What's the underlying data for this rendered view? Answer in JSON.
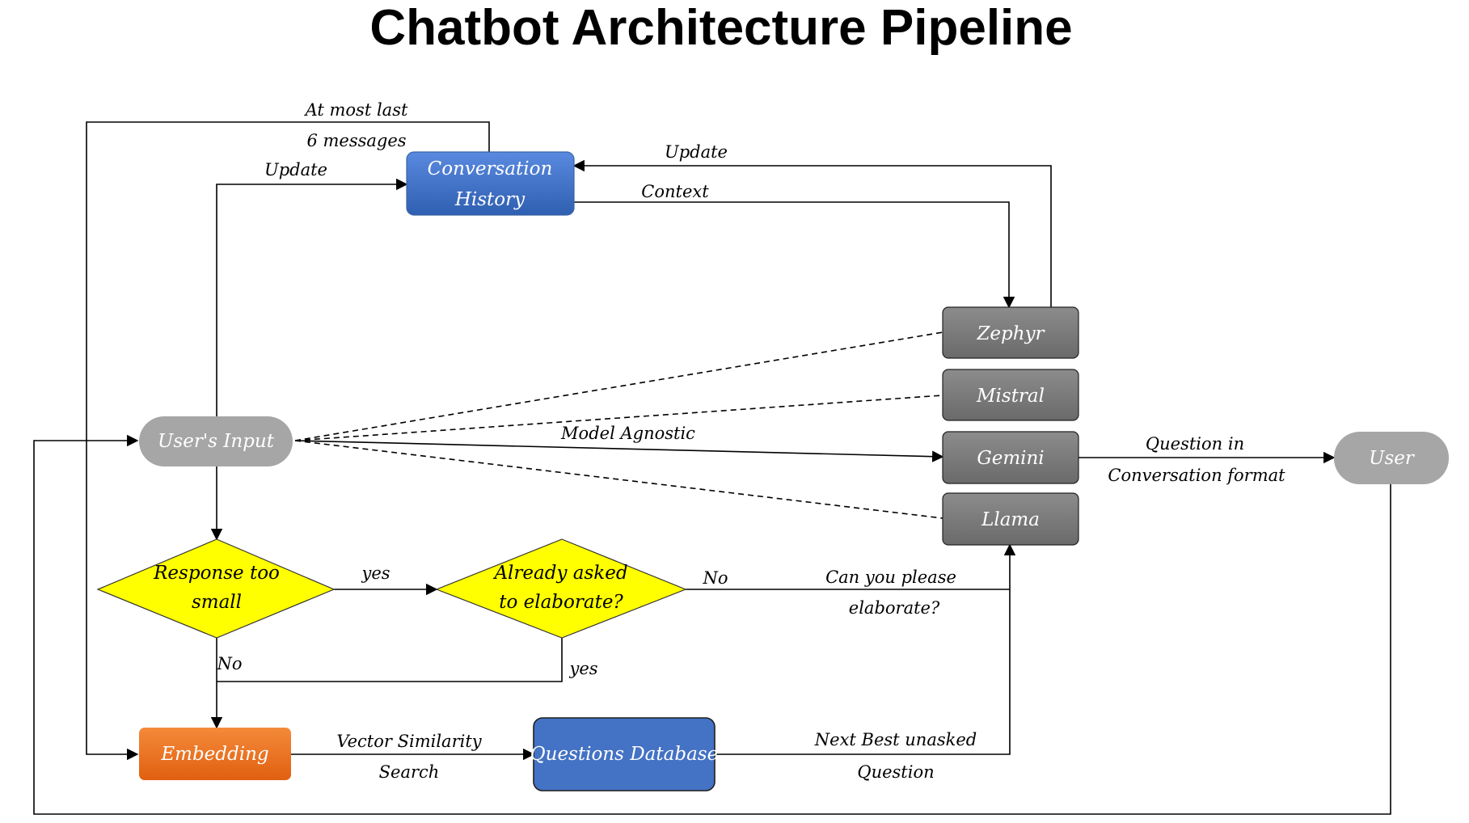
{
  "title": "Chatbot Architecture Pipeline",
  "nodes": {
    "conversation_history": {
      "line1": "Conversation",
      "line2": "History"
    },
    "zephyr": {
      "label": "Zephyr"
    },
    "mistral": {
      "label": "Mistral"
    },
    "gemini": {
      "label": "Gemini"
    },
    "llama": {
      "label": "Llama"
    },
    "users_input": {
      "label": "User's Input"
    },
    "user": {
      "label": "User"
    },
    "response_too_small": {
      "line1": "Response too",
      "line2": "small"
    },
    "already_asked": {
      "line1": "Already asked",
      "line2": "to elaborate?"
    },
    "embedding": {
      "label": "Embedding"
    },
    "questions_database": {
      "label": "Questions Database"
    }
  },
  "edge_labels": {
    "at_most_line1": "At most last",
    "at_most_line2": "6 messages",
    "update_left": "Update",
    "update_right": "Update",
    "context": "Context",
    "model_agnostic": "Model Agnostic",
    "question_in_line1": "Question in",
    "question_in_line2": "Conversation format",
    "yes_top": "yes",
    "no_right": "No",
    "can_you_line1": "Can you please",
    "can_you_line2": "elaborate?",
    "no_bottom": "No",
    "yes_bottom": "yes",
    "vector_line1": "Vector Similarity",
    "vector_line2": "Search",
    "next_best_line1": "Next Best unasked",
    "next_best_line2": "Question"
  },
  "colors": {
    "blue_node": "#4472C4",
    "gray_node": "#7F7F7F",
    "light_gray_node": "#A6A6A6",
    "decision_yellow": "#FFFF00",
    "embedding_orange": "#F07020"
  }
}
